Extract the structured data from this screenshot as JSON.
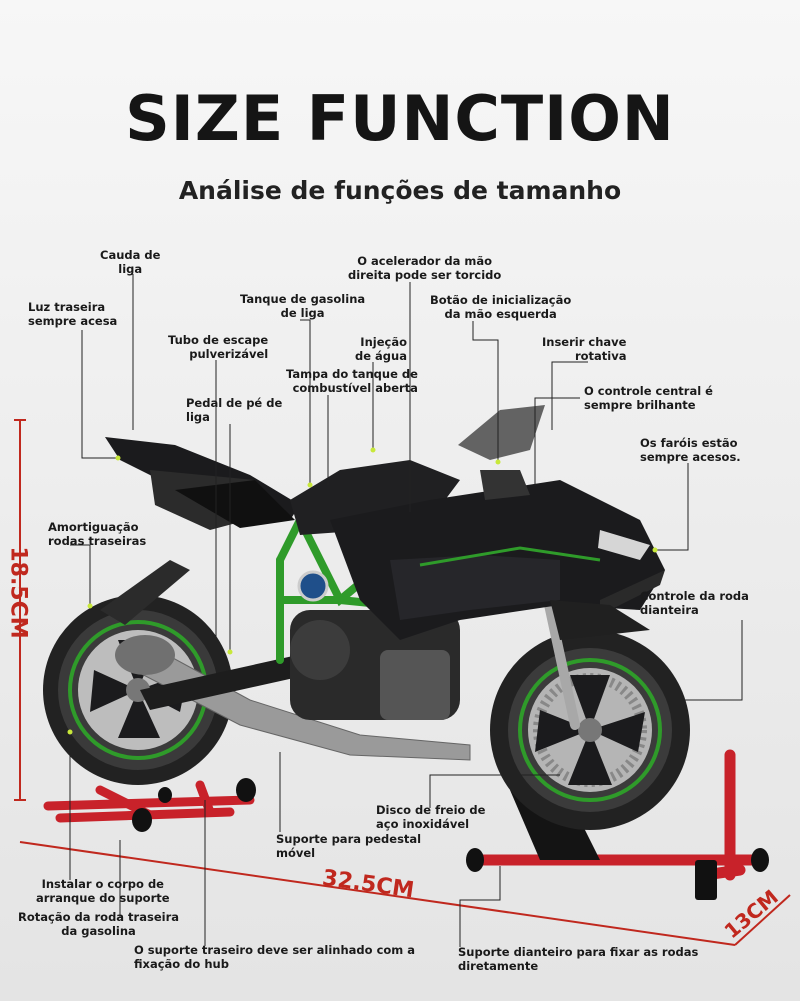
{
  "header": {
    "title": "SIZE FUNCTION",
    "subtitle": "Análise de funções de tamanho"
  },
  "dimensions": {
    "height": "18.5CM",
    "length": "32.5CM",
    "width": "13CM"
  },
  "colors": {
    "stand_red": "#c8222a",
    "frame_green": "#2f9b2a",
    "body_black": "#1b1b1d",
    "dimension_red": "#c0281e"
  },
  "labels": {
    "cauda": [
      "Cauda de",
      "liga"
    ],
    "luz": [
      "Luz traseira",
      "sempre acesa"
    ],
    "tanque": [
      "Tanque de gasolina",
      "de liga"
    ],
    "acelerador": [
      "O acelerador da mão",
      "direita pode ser torcido"
    ],
    "botao": [
      "Botão de inicialização",
      "da mão esquerda"
    ],
    "tubo": [
      "Tubo de escape",
      "pulverizável"
    ],
    "injecao": [
      "Injeção",
      "de água"
    ],
    "chave": [
      "Inserir chave",
      "rotativa"
    ],
    "tampa": [
      "Tampa do tanque de",
      "combustível aberta"
    ],
    "pedal": [
      "Pedal de pé de",
      "liga"
    ],
    "central": [
      "O controle central é",
      "sempre brilhante"
    ],
    "farois": [
      "Os faróis estão",
      "sempre acesos."
    ],
    "amortiguacao": [
      "Amortiguação",
      "rodas traseiras"
    ],
    "roda_dianteira": [
      "Controle da roda",
      "dianteira"
    ],
    "disco": [
      "Disco de freio de",
      "aço inoxidável"
    ],
    "suporte_pedestal": [
      "Suporte para pedestal",
      "móvel"
    ],
    "instalar": [
      "Instalar o corpo de",
      "arranque do suporte"
    ],
    "rotacao": [
      "Rotação da roda traseira",
      "da gasolina"
    ],
    "suporte_traseiro": [
      "O suporte traseiro deve ser alinhado com a",
      "fixação do hub"
    ],
    "suporte_dianteiro": [
      "Suporte dianteiro para fixar as rodas",
      "diretamente"
    ]
  }
}
